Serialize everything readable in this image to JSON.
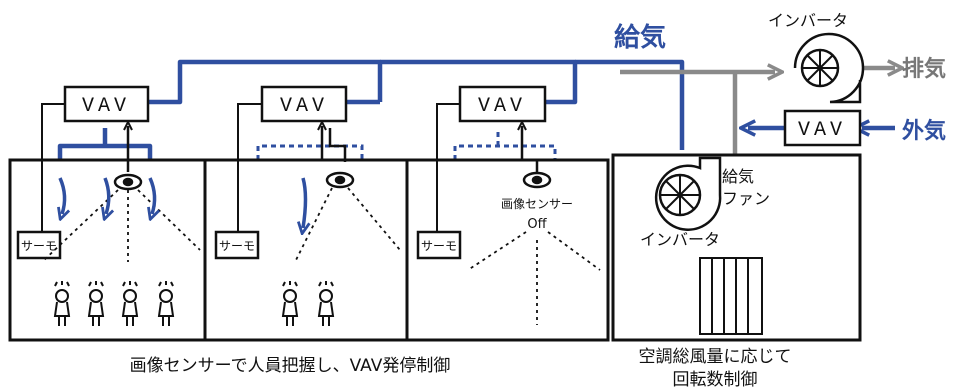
{
  "colors": {
    "supply": "#2f4fa0",
    "exhaust": "#8a8a8a",
    "line": "#111111"
  },
  "labels": {
    "supply_air": "給気",
    "inverter_top": "インバータ",
    "exhaust": "排気",
    "outside_air": "外気",
    "vav": "VAV",
    "thermostat": "サーモ",
    "image_sensor": "画像センサー",
    "sensor_off": "Off",
    "supply_fan_line1": "給気",
    "supply_fan_line2": "ファン",
    "inverter_fan": "インバータ",
    "caption_left": "画像センサーで人員把握し、VAV発停制御",
    "caption_right_line1": "空調総風量に応じて",
    "caption_right_line2": "回転数制御"
  },
  "icons": [
    "exhaust-fan-icon",
    "supply-fan-icon",
    "image-sensor-icon",
    "person-icon",
    "airflow-arrow-icon",
    "coil-icon"
  ]
}
